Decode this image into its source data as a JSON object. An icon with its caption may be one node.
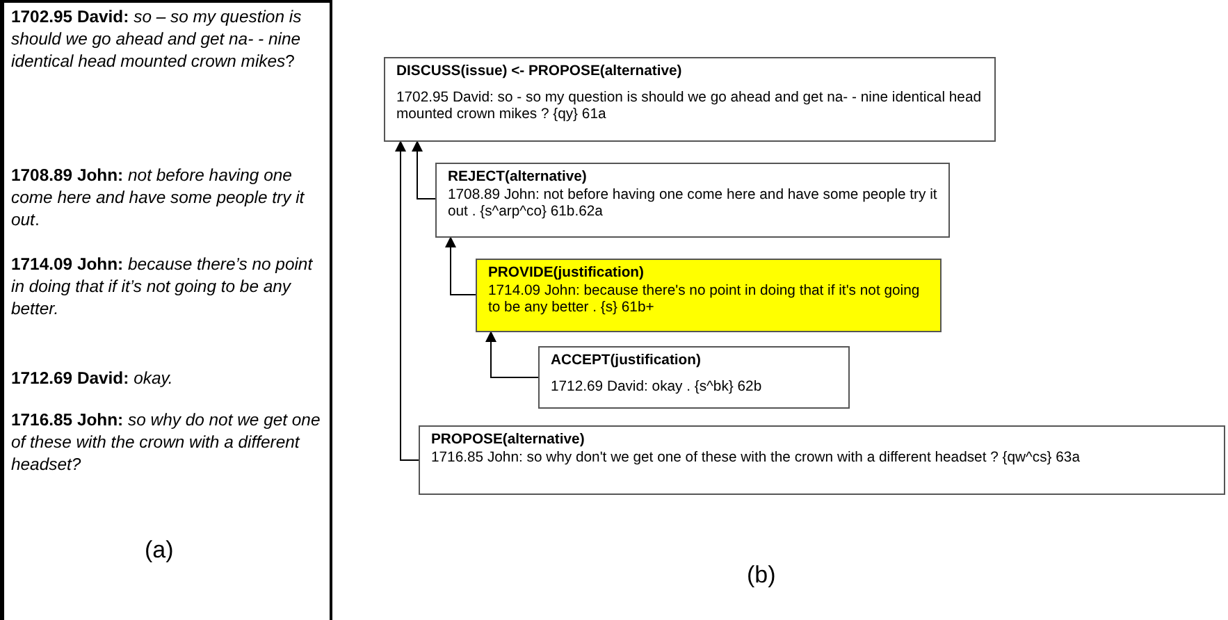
{
  "diagram": {
    "nodes": [
      {
        "text": [
          "DISCUSS(issue) <- PROPOSE(alternative)",
          "1702.95 David: so - so my question is should we go ahead and get na- - nine identical head mounted crown mikes ? {qy} 61a"
        ]
      },
      {
        "text": [
          "REJECT(alternative)",
          "1708.89 John: not before having one come here and have some people try it out . {s^arp^co} 61b.62a"
        ]
      },
      {
        "text": [
          "PROVIDE(justification)",
          "1714.09 John: because there's no point in doing that if it's not going to be any better . {s} 61b+"
        ]
      },
      {
        "text": [
          "ACCEPT(justification)",
          "1712.69 David: okay . {s^bk} 62b"
        ]
      },
      {
        "text": [
          "PROPOSE(alternative)",
          "1716.85 John: so why don't we get one of these with the crown with a different headset ? {qw^cs} 63a"
        ]
      }
    ],
    "edges": [
      {
        "from": 1,
        "to": 0,
        "arrow": "to"
      },
      {
        "from": 2,
        "to": 1,
        "arrow": "to"
      },
      {
        "from": 3,
        "to": 2,
        "arrow": "to"
      },
      {
        "from": 4,
        "to": 0,
        "arrow": "to"
      }
    ],
    "labels": [
      "**1702.95 David:** *so – so my question is should we go ahead and get na- - nine identical head mounted crown mikes*?",
      "**1708.89 John:** *not before having one come here and have some people try it out*.",
      "**1714.09 John:** *because there’s no point in doing that if it’s not going to be any better.*",
      "**1712.69 David:** *okay.*",
      "**1716.85 John:** *so why do not we get one of these with the crown with a different headset?*",
      "(a)",
      "(b)"
    ]
  }
}
